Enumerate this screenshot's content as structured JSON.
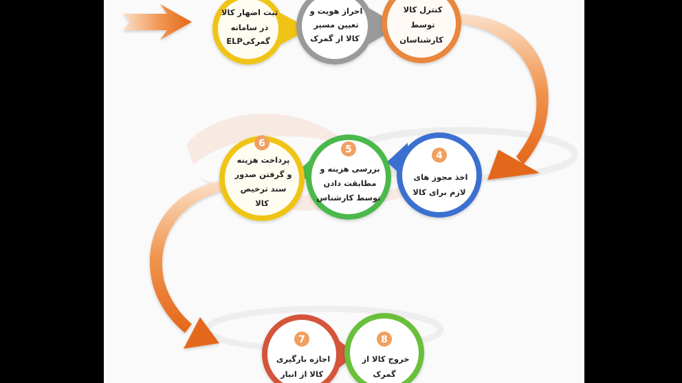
{
  "steps": [
    {
      "number": "",
      "lines": [
        "ثبت اضهار کالا",
        "در سامانه",
        "گمرکیELP"
      ]
    },
    {
      "number": "",
      "lines": [
        "احراز هویت و",
        "تعیین مسیر",
        "کالا از گمرک"
      ]
    },
    {
      "number": "",
      "lines": [
        "کنترل کالا",
        "توسط",
        "کارشناسان"
      ]
    },
    {
      "number": "4",
      "lines": [
        "اخذ مجوز های",
        "لازم برای کالا"
      ]
    },
    {
      "number": "5",
      "lines": [
        "بررسی هزینه و",
        "مطابقت دادن",
        "توسط کارشناس"
      ]
    },
    {
      "number": "6",
      "lines": [
        "پرداخت هزینه",
        "و گرفتن صدور",
        "سند ترخیص",
        "کالا"
      ]
    },
    {
      "number": "7",
      "lines": [
        "اجازه بارگیری",
        "کالا از انبار"
      ]
    },
    {
      "number": "8",
      "lines": [
        "خروج کالا از",
        "گمرک"
      ]
    }
  ],
  "colors": {
    "arrow": "#e4671a",
    "step1": "#f0c419",
    "step2": "#9a9a9a",
    "step3": "#e8873e",
    "step4": "#3a6fd0",
    "step5": "#4bb84b",
    "step6": "#f0c419",
    "step7": "#d4553a",
    "step8": "#6abf3a"
  },
  "icons": [
    "start-arrow-icon",
    "curved-arrow-icon"
  ]
}
